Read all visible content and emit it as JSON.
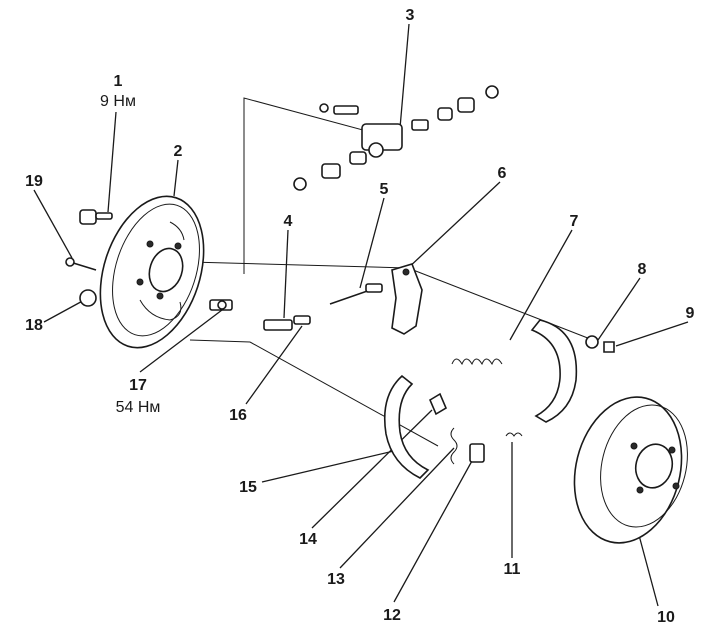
{
  "callouts": [
    {
      "id": "1",
      "label": "1",
      "torque": "9 Нм"
    },
    {
      "id": "2",
      "label": "2"
    },
    {
      "id": "3",
      "label": "3"
    },
    {
      "id": "4",
      "label": "4"
    },
    {
      "id": "5",
      "label": "5"
    },
    {
      "id": "6",
      "label": "6"
    },
    {
      "id": "7",
      "label": "7"
    },
    {
      "id": "8",
      "label": "8"
    },
    {
      "id": "9",
      "label": "9"
    },
    {
      "id": "10",
      "label": "10"
    },
    {
      "id": "11",
      "label": "11"
    },
    {
      "id": "12",
      "label": "12"
    },
    {
      "id": "13",
      "label": "13"
    },
    {
      "id": "14",
      "label": "14"
    },
    {
      "id": "15",
      "label": "15"
    },
    {
      "id": "16",
      "label": "16"
    },
    {
      "id": "17",
      "label": "17",
      "torque": "54 Нм"
    },
    {
      "id": "18",
      "label": "18"
    },
    {
      "id": "19",
      "label": "19"
    }
  ]
}
